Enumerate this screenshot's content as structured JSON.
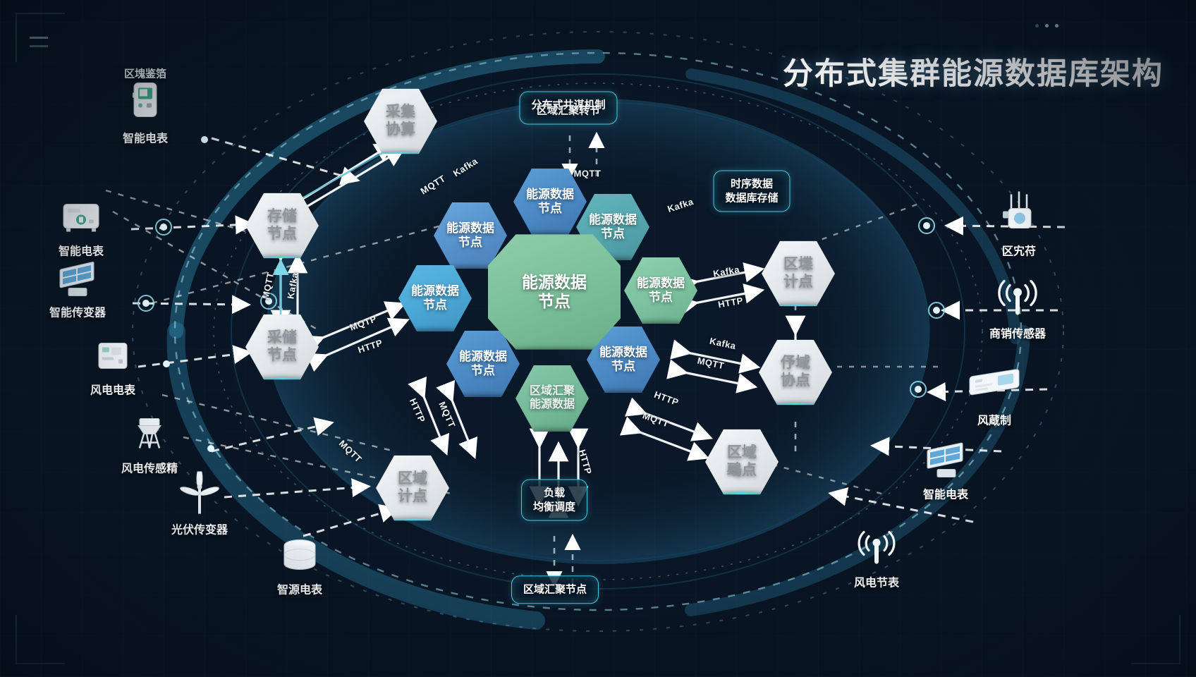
{
  "page": {
    "title": "分布式集群能源数据库架构"
  },
  "center_cluster": {
    "core_label": "能源数据\n节点",
    "nodes": [
      {
        "id": "n-top",
        "label": "能源数据\n节点"
      },
      {
        "id": "n-upleft",
        "label": "能源数据\n节点"
      },
      {
        "id": "n-upright",
        "label": "能源数据\n节点"
      },
      {
        "id": "n-left",
        "label": "能源数据\n节点"
      },
      {
        "id": "n-right",
        "label": "能源数据\n节点"
      },
      {
        "id": "n-lowleft",
        "label": "能源数据\n节点"
      },
      {
        "id": "n-lowright",
        "label": "能源数据\n节点"
      },
      {
        "id": "n-bottom",
        "label": "区域汇聚\n能源数据"
      }
    ]
  },
  "service_nodes": [
    {
      "id": "svc-collect",
      "label": "采集\n协算"
    },
    {
      "id": "svc-storage",
      "label": "存储\n节点"
    },
    {
      "id": "svc-storage2",
      "label": "采储\n节点"
    },
    {
      "id": "svc-region-sw",
      "label": "区域\n计点"
    },
    {
      "id": "svc-region-ne",
      "label": "区堞\n计点"
    },
    {
      "id": "svc-region-e",
      "label": "伃域\n协点"
    },
    {
      "id": "svc-region-se",
      "label": "区域\n鵐点"
    }
  ],
  "callouts": [
    {
      "id": "callout-consensus",
      "line1": "分布式共谋机制",
      "line2": "区域汇聚转节"
    },
    {
      "id": "callout-tsdb",
      "line1": "时序数据",
      "line2": "数据库存储"
    },
    {
      "id": "callout-balance",
      "line1": "负载",
      "line2": "均衡调度"
    },
    {
      "id": "callout-aggregate",
      "line1": "区域汇聚节点",
      "line2": ""
    }
  ],
  "devices_left": [
    {
      "id": "dev-l1",
      "label": "智能电表",
      "icon": "smart-meter-icon"
    },
    {
      "id": "dev-l2",
      "label": "智能电表",
      "icon": "smart-meter-icon"
    },
    {
      "id": "dev-l3",
      "label": "智能传变器",
      "icon": "solar-panel-icon"
    },
    {
      "id": "dev-l4",
      "label": "风电电表",
      "icon": "meter-box-icon"
    },
    {
      "id": "dev-l5",
      "label": "风电传感精",
      "icon": "drone-sensor-icon"
    },
    {
      "id": "dev-l6",
      "label": "光伏传变器",
      "icon": "wind-turbine-icon"
    },
    {
      "id": "dev-l7",
      "label": "智源电表",
      "icon": "database-icon"
    }
  ],
  "devices_right": [
    {
      "id": "dev-r1",
      "label": "区宄苻",
      "icon": "gateway-antenna-icon"
    },
    {
      "id": "dev-r2",
      "label": "商销传感器",
      "icon": "signal-tower-icon"
    },
    {
      "id": "dev-r3",
      "label": "风蔵制",
      "icon": "controller-panel-icon"
    },
    {
      "id": "dev-r4",
      "label": "智能电表",
      "icon": "solar-panel-icon"
    },
    {
      "id": "dev-r5",
      "label": "风电节表",
      "icon": "signal-tower-icon"
    }
  ],
  "group_tags": [
    {
      "id": "tag-blockchain",
      "label": "区塊鉴箔"
    }
  ],
  "protocols": [
    {
      "id": "p1",
      "label": "Kafka"
    },
    {
      "id": "p2",
      "label": "MQTT"
    },
    {
      "id": "p3",
      "label": "MQTT"
    },
    {
      "id": "p4",
      "label": "Kafka"
    },
    {
      "id": "p5",
      "label": "MQTP"
    },
    {
      "id": "p6",
      "label": "HTTP"
    },
    {
      "id": "p7",
      "label": "HTTP"
    },
    {
      "id": "p8",
      "label": "Kafka"
    },
    {
      "id": "p9",
      "label": "Kafka"
    },
    {
      "id": "p10",
      "label": "MQTT"
    },
    {
      "id": "p11",
      "label": "HTTP"
    },
    {
      "id": "p12",
      "label": "MQTT"
    },
    {
      "id": "p13",
      "label": "HTTP"
    },
    {
      "id": "p14",
      "label": "MQTT"
    },
    {
      "id": "p15",
      "label": "MQTT"
    },
    {
      "id": "p16",
      "label": "HTTP"
    },
    {
      "id": "p17",
      "label": "MQTT"
    },
    {
      "id": "p18",
      "label": "Kafka"
    }
  ],
  "colors": {
    "accent_cyan": "#44c8e0",
    "node_blue": "#4b88c4",
    "node_green": "#72b996",
    "node_teal": "#55a5ad",
    "hex_gray": "#e6eaec",
    "background": "#0b1a2b"
  }
}
